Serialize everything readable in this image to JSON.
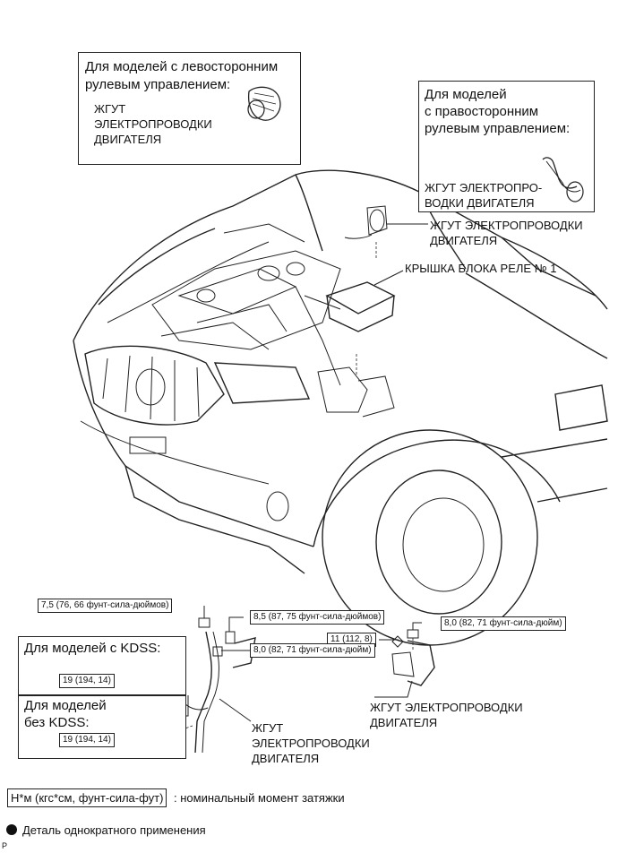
{
  "lhd_box": {
    "title_line1": "Для моделей с левосторонним",
    "title_line2": "рулевым управлением:",
    "part_line1": "ЖГУТ",
    "part_line2": "ЭЛЕКТРОПРОВОДКИ",
    "part_line3": "ДВИГАТЕЛЯ"
  },
  "rhd_box": {
    "title_line1": "Для моделей",
    "title_line2": "с правосторонним",
    "title_line3": "рулевым управлением:",
    "part_line1": "ЖГУТ ЭЛЕКТРОПРО-",
    "part_line2": "ВОДКИ ДВИГАТЕЛЯ"
  },
  "callouts": {
    "harness_top_line1": "ЖГУТ ЭЛЕКТРОПРОВОДКИ",
    "harness_top_line2": "ДВИГАТЕЛЯ",
    "relay_cover": "КРЫШКА БЛОКА РЕЛЕ № 1",
    "harness_right_line1": "ЖГУТ ЭЛЕКТРОПРОВОДКИ",
    "harness_right_line2": "ДВИГАТЕЛЯ",
    "harness_bottom_line1": "ЖГУТ",
    "harness_bottom_line2": "ЭЛЕКТРОПРОВОДКИ",
    "harness_bottom_line3": "ДВИГАТЕЛЯ"
  },
  "kdss": {
    "with_kdss": "Для моделей с KDSS:",
    "without_kdss_line1": "Для моделей",
    "without_kdss_line2": "без KDSS:"
  },
  "torques": {
    "t1": "7,5 (76, 66 фунт-сила-дюймов)",
    "t2": "8,5 (87, 75 фунт-сила-дюймов)",
    "t3": "8,0 (82, 71 фунт-сила-дюйм)",
    "t4": "11 (112, 8)",
    "t5": "8,0 (82, 71 фунт-сила-дюйм)",
    "t6": "19 (194, 14)",
    "t7": "19 (194, 14)"
  },
  "legend": {
    "units_box": "Н*м (кгс*см, фунт-сила-фут)",
    "units_text": ": номинальный момент затяжки",
    "single_use": "Деталь однократного применения"
  },
  "corner_mark": "P"
}
